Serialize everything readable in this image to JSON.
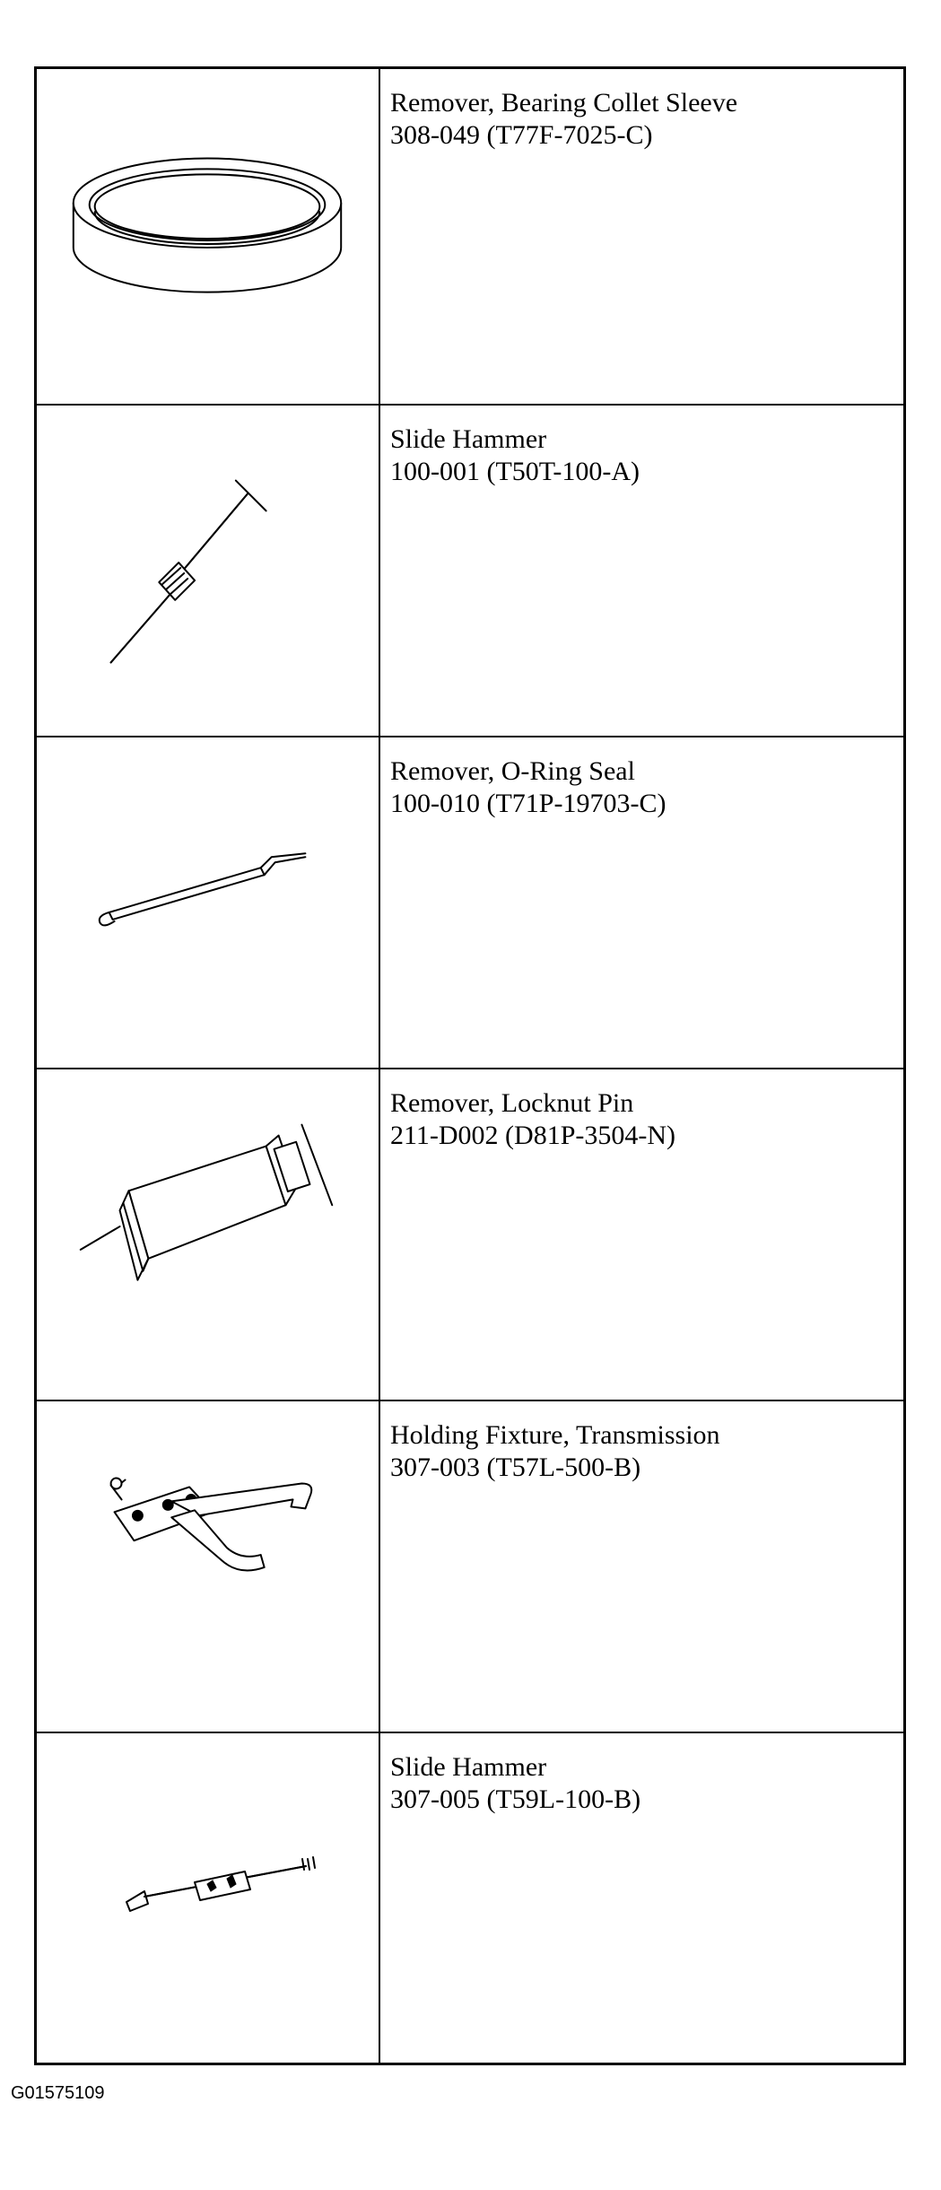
{
  "tools": [
    {
      "name": "Remover, Bearing Collet Sleeve",
      "part": "308-049 (T77F-7025-C)",
      "icon": "bearing-collet-sleeve-remover-icon"
    },
    {
      "name": "Slide Hammer",
      "part": "100-001 (T50T-100-A)",
      "icon": "slide-hammer-icon"
    },
    {
      "name": "Remover, O-Ring Seal",
      "part": "100-010 (T71P-19703-C)",
      "icon": "o-ring-seal-remover-icon"
    },
    {
      "name": "Remover, Locknut Pin",
      "part": "211-D002 (D81P-3504-N)",
      "icon": "locknut-pin-remover-icon"
    },
    {
      "name": "Holding Fixture, Transmission",
      "part": "307-003 (T57L-500-B)",
      "icon": "transmission-holding-fixture-icon"
    },
    {
      "name": "Slide Hammer",
      "part": "307-005 (T59L-100-B)",
      "icon": "slide-hammer-small-icon"
    }
  ],
  "figure_id": "G01575109"
}
